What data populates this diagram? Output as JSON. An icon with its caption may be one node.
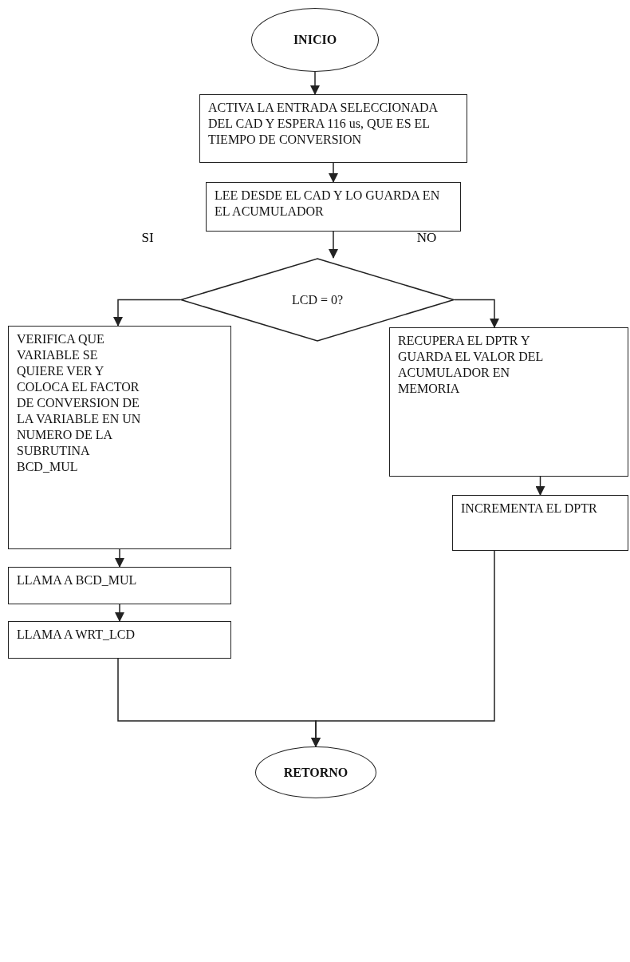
{
  "diagram": {
    "nodes": [
      {
        "text": [
          "INICIO"
        ]
      },
      {
        "text": [
          "ACTIVA LA ENTRADA SELECCIONADA DEL CAD Y ESPERA 116 us, QUE ES EL TIEMPO DE CONVERSION"
        ]
      },
      {
        "text": [
          "LEE DESDE EL CAD Y LO GUARDA EN EL ACUMULADOR"
        ]
      },
      {
        "text": [
          "LCD = 0?"
        ]
      },
      {
        "text": [
          "VERIFICA QUE VARIABLE SE QUIERE VER Y COLOCA EL FACTOR DE CONVERSION DE LA VARIABLE EN UN NUMERO DE LA SUBRUTINA BCD_MUL"
        ]
      },
      {
        "text": [
          "RECUPERA EL DPTR Y GUARDA EL VALOR DEL ACUMULADOR EN MEMORIA"
        ]
      },
      {
        "text": [
          "INCREMENTA EL DPTR"
        ]
      },
      {
        "text": [
          "LLAMA A BCD_MUL"
        ]
      },
      {
        "text": [
          "LLAMA A WRT_LCD"
        ]
      },
      {
        "text": [
          "RETORNO"
        ]
      }
    ],
    "edges": [
      {
        "from": 0,
        "to": 1,
        "arrow": "to"
      },
      {
        "from": 1,
        "to": 2,
        "arrow": "to"
      },
      {
        "from": 2,
        "to": 3,
        "arrow": "to"
      },
      {
        "from": 3,
        "to": 4,
        "arrow": "to",
        "label": "SI"
      },
      {
        "from": 3,
        "to": 5,
        "arrow": "to",
        "label": "NO"
      },
      {
        "from": 5,
        "to": 6,
        "arrow": "to"
      },
      {
        "from": 4,
        "to": 7,
        "arrow": "to"
      },
      {
        "from": 7,
        "to": 8,
        "arrow": "to"
      },
      {
        "from": 8,
        "to": 9,
        "arrow": "to"
      },
      {
        "from": 6,
        "to": 9,
        "arrow": "to"
      }
    ]
  }
}
